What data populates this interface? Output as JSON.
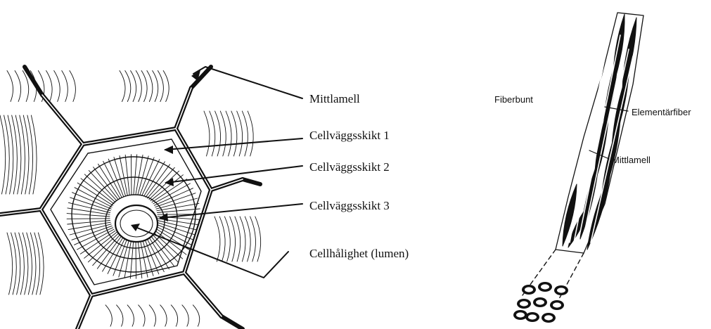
{
  "left_diagram": {
    "labels": [
      "Mittlamell",
      "Cellväggsskikt 1",
      "Cellväggsskikt 2",
      "Cellväggsskikt 3",
      "Cellhålighet (lumen)"
    ]
  },
  "right_diagram": {
    "labels": [
      "Fiberbunt",
      "Elementärfiber",
      "Mittlamell"
    ]
  },
  "colors": {
    "ink": "#111111",
    "background": "#ffffff"
  }
}
